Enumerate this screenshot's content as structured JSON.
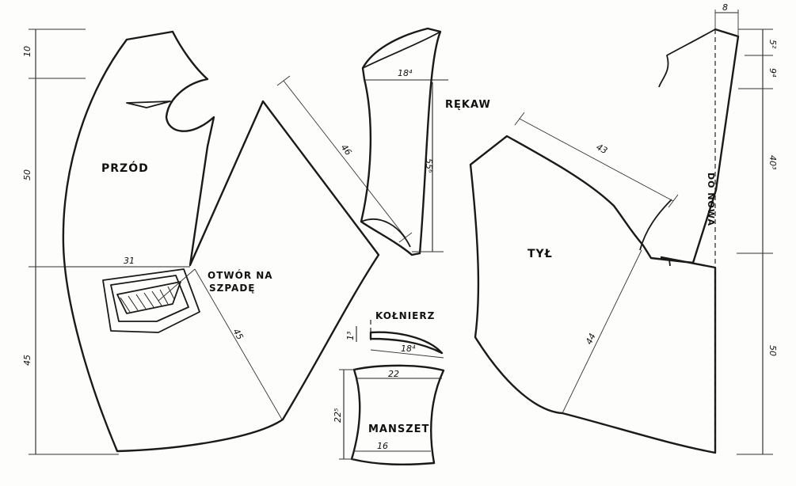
{
  "pieces": {
    "front": "PRZÓD",
    "back": "TYŁ",
    "sleeve": "RĘKAW",
    "collar": "KOŁNIERZ",
    "cuff": "MANSZET",
    "fold": "DO NOWA",
    "hole_line1": "OTWÓR NA",
    "hole_line2": "SZPADĘ"
  },
  "dimensions": {
    "front_top": "10",
    "front_upper": "50",
    "front_lower": "45",
    "front_width": "31",
    "front_diag_upper": "46",
    "front_diag_lower": "45",
    "sleeve_top": "18⁴",
    "sleeve_length": "55⁶",
    "collar_height": "1³",
    "collar_length": "18⁴",
    "cuff_top": "22",
    "cuff_height": "22⁵",
    "cuff_bottom": "16",
    "back_top": "8",
    "back_r1": "5²",
    "back_r2": "9⁴",
    "back_r3": "40³",
    "back_r4": "50",
    "back_diag_upper": "43",
    "back_diag_lower": "44"
  }
}
